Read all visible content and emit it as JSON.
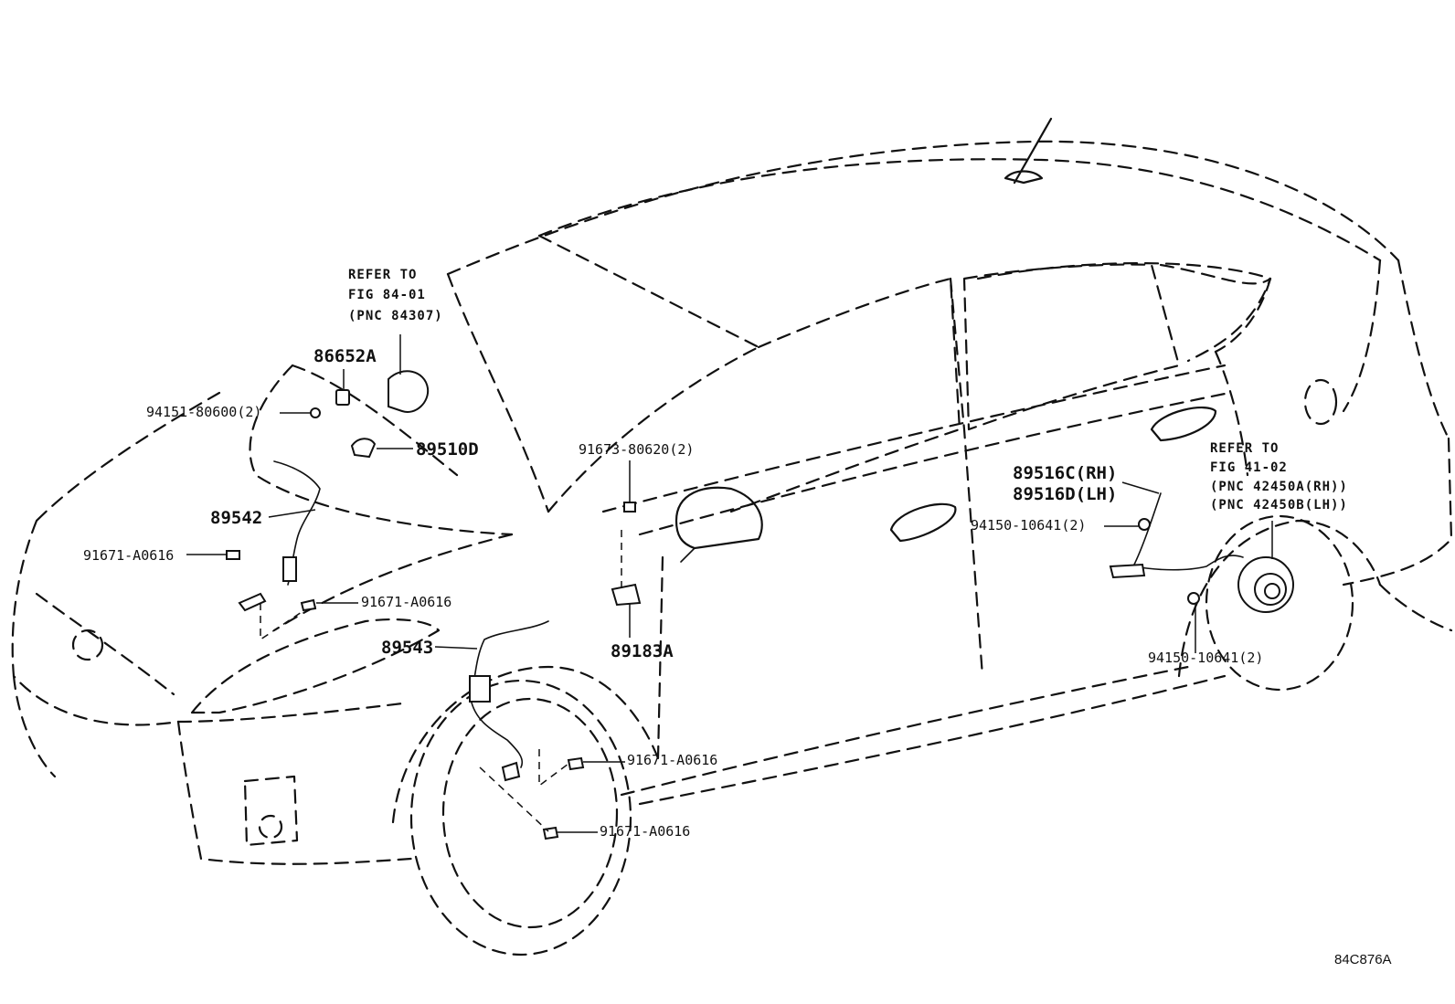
{
  "labels": {
    "p86652a": "86652A",
    "p94151": "94151-80600(2)",
    "p89510d": "89510D",
    "p89542": "89542",
    "p91671_a": "91671-A0616",
    "p91671_b": "91671-A0616",
    "p89543": "89543",
    "p91673": "91673-80620(2)",
    "p89183a": "89183A",
    "p91671_c": "91671-A0616",
    "p91671_d": "91671-A0616",
    "p89516c": "89516C(RH)",
    "p89516d": "89516D(LH)",
    "p94150_a": "94150-10641(2)",
    "p94150_b": "94150-10641(2)"
  },
  "refs": {
    "ref1_line1": "REFER TO",
    "ref1_line2": "FIG 84-01",
    "ref1_line3": "(PNC 84307)",
    "ref2_line1": "REFER TO",
    "ref2_line2": "FIG 41-02",
    "ref2_line3": "(PNC 42450A(RH))",
    "ref2_line4": "(PNC 42450B(LH))"
  },
  "figure_id": "84C876A"
}
